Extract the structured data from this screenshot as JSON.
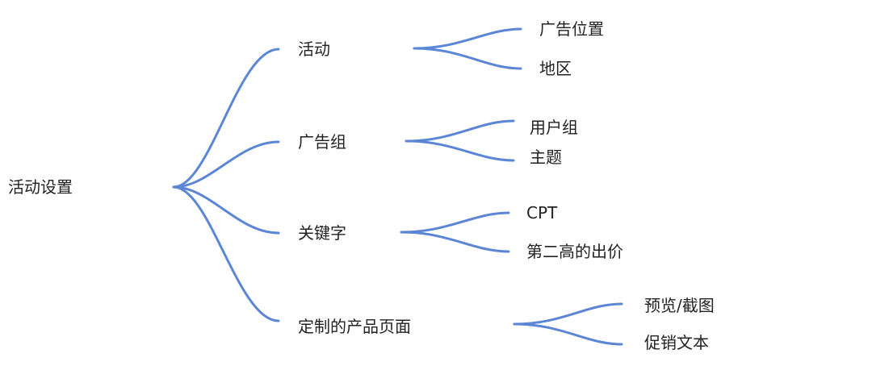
{
  "mindmap": {
    "root": {
      "label": "活动设置"
    },
    "branches": [
      {
        "label": "活动",
        "children": [
          {
            "label": "广告位置"
          },
          {
            "label": "地区"
          }
        ]
      },
      {
        "label": "广告组",
        "children": [
          {
            "label": "用户组"
          },
          {
            "label": "主题"
          }
        ]
      },
      {
        "label": "关键字",
        "children": [
          {
            "label": "CPT"
          },
          {
            "label": "第二高的出价"
          }
        ]
      },
      {
        "label": "定制的产品页面",
        "children": [
          {
            "label": "预览/截图"
          },
          {
            "label": "促销文本"
          }
        ]
      }
    ]
  },
  "colors": {
    "connector": "#5b86d6",
    "text": "#222222",
    "background": "#ffffff"
  }
}
